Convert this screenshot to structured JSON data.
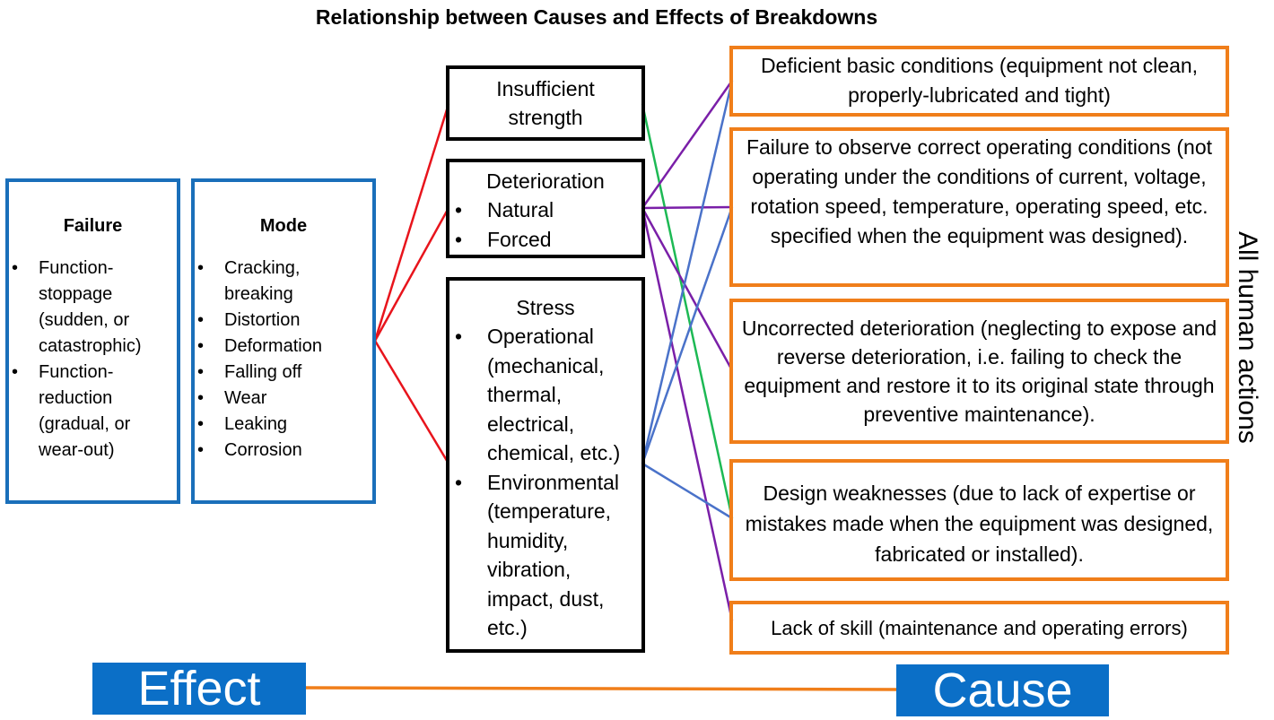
{
  "title": "Relationship between Causes and Effects of Breakdowns",
  "failure": {
    "header": "Failure",
    "items": [
      "Function-stoppage (sudden, or catastrophic)",
      "Function-reduction (gradual, or wear-out)"
    ]
  },
  "mode": {
    "header": "Mode",
    "items": [
      "Cracking, breaking",
      "Distortion",
      "Deformation",
      "Falling off",
      "Wear",
      "Leaking",
      "Corrosion"
    ]
  },
  "mechanisms": {
    "insufficient": "Insufficient strength",
    "deterioration": {
      "header": "Deterioration",
      "items": [
        "Natural",
        "Forced"
      ]
    },
    "stress": {
      "header": "Stress",
      "items": [
        "Operational (mechanical, thermal, electrical, chemical, etc.)",
        "Environmental (temperature, humidity, vibration, impact, dust, etc.)"
      ]
    }
  },
  "causes": [
    "Deficient basic conditions (equipment not clean, properly-lubricated and tight)",
    "Failure to observe correct operating conditions (not operating under the conditions of current, voltage, rotation speed, temperature, operating speed, etc. specified when the equipment was designed).",
    "Uncorrected deterioration (neglecting to expose and reverse deterioration, i.e. failing to check the equipment and restore it to its original state through preventive maintenance).",
    "Design weaknesses (due to lack of expertise or mistakes made when the equipment was designed, fabricated or installed).",
    "Lack of skill (maintenance and operating errors)"
  ],
  "side_label": "All human actions",
  "effect_label": "Effect",
  "cause_label": "Cause",
  "colors": {
    "effect_border": "#1a6fba",
    "mechanism_border": "#000000",
    "cause_border": "#f07e1a",
    "link_red": "#e8141c",
    "link_green": "#1db954",
    "link_purple": "#7a1fa8",
    "link_blue": "#4a72c9",
    "link_orange": "#f07e1a",
    "label_fill": "#0b6fc7"
  }
}
